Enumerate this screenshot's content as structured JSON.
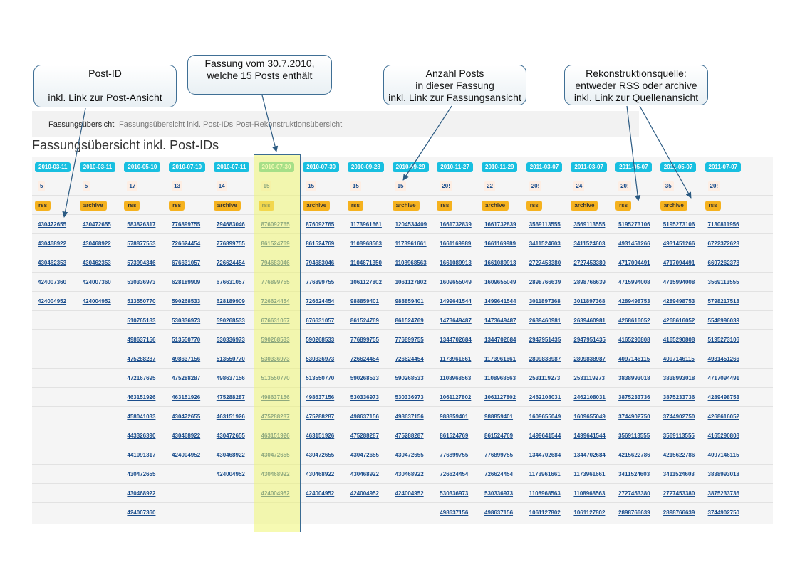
{
  "callouts": {
    "postid": "Post-ID\n\ninkl. Link zur Post-Ansicht",
    "fassung": "Fassung vom 30.7.2010,\nwelche 15 Posts enthält",
    "anzahl": "Anzahl Posts\nin dieser Fassung\ninkl. Link zur Fassungsansicht",
    "quelle": "Rekonstruktionsquelle:\nentweder RSS oder archive\ninkl. Link zur Quellenansicht"
  },
  "nav": {
    "items": [
      "Fassungsübersicht",
      "Fassungsübersicht inkl. Post-IDs",
      "Post-Rekonstruktionsübersicht"
    ]
  },
  "page_title": "Fassungsübersicht inkl. Post-IDs",
  "columns": [
    {
      "date": "2010-03-11",
      "count": "5",
      "source": "rss",
      "ids": [
        "430472655",
        "430468922",
        "430462353",
        "424007360",
        "424004952"
      ]
    },
    {
      "date": "2010-03-11",
      "count": "5",
      "source": "archive",
      "ids": [
        "430472655",
        "430468922",
        "430462353",
        "424007360",
        "424004952"
      ]
    },
    {
      "date": "2010-05-10",
      "count": "17",
      "source": "rss",
      "ids": [
        "583826317",
        "578877553",
        "573994346",
        "530336973",
        "513550770",
        "510765183",
        "498637156",
        "475288287",
        "472167695",
        "463151926",
        "458041033",
        "443326390",
        "441091317",
        "430472655",
        "430468922",
        "424007360"
      ]
    },
    {
      "date": "2010-07-10",
      "count": "13",
      "source": "rss",
      "ids": [
        "776899755",
        "726624454",
        "676631057",
        "628189909",
        "590268533",
        "530336973",
        "513550770",
        "498637156",
        "475288287",
        "463151926",
        "430472655",
        "430468922",
        "424004952"
      ]
    },
    {
      "date": "2010-07-11",
      "count": "14",
      "source": "archive",
      "ids": [
        "794683046",
        "776899755",
        "726624454",
        "676631057",
        "628189909",
        "590268533",
        "530336973",
        "513550770",
        "498637156",
        "475288287",
        "463151926",
        "430472655",
        "430468922",
        "424004952"
      ]
    },
    {
      "date": "2010-07-30",
      "count": "15",
      "source": "rss",
      "ids": [
        "876092765",
        "861524769",
        "794683046",
        "776899755",
        "726624454",
        "676631057",
        "590268533",
        "530336973",
        "513550770",
        "498637156",
        "475288287",
        "463151926",
        "430472655",
        "430468922",
        "424004952"
      ]
    },
    {
      "date": "2010-07-30",
      "count": "15",
      "source": "archive",
      "ids": [
        "876092765",
        "861524769",
        "794683046",
        "776899755",
        "726624454",
        "676631057",
        "590268533",
        "530336973",
        "513550770",
        "498637156",
        "475288287",
        "463151926",
        "430472655",
        "430468922",
        "424004952"
      ]
    },
    {
      "date": "2010-09-28",
      "count": "15",
      "source": "rss",
      "ids": [
        "1173961661",
        "1108968563",
        "1104671350",
        "1061127802",
        "988859401",
        "861524769",
        "776899755",
        "726624454",
        "590268533",
        "530336973",
        "498637156",
        "475288287",
        "430472655",
        "430468922",
        "424004952"
      ]
    },
    {
      "date": "2010-09-29",
      "count": "15",
      "source": "archive",
      "ids": [
        "1204534409",
        "1173961661",
        "1108968563",
        "1061127802",
        "988859401",
        "861524769",
        "776899755",
        "726624454",
        "590268533",
        "530336973",
        "498637156",
        "475288287",
        "430472655",
        "430468922",
        "424004952"
      ]
    },
    {
      "date": "2010-11-27",
      "count": "20!",
      "source": "rss",
      "ids": [
        "1661732839",
        "1661169989",
        "1661089913",
        "1609655049",
        "1499641544",
        "1473649487",
        "1344702684",
        "1173961661",
        "1108968563",
        "1061127802",
        "988859401",
        "861524769",
        "776899755",
        "726624454",
        "530336973",
        "498637156"
      ]
    },
    {
      "date": "2010-11-29",
      "count": "22",
      "source": "archive",
      "ids": [
        "1661732839",
        "1661169989",
        "1661089913",
        "1609655049",
        "1499641544",
        "1473649487",
        "1344702684",
        "1173961661",
        "1108968563",
        "1061127802",
        "988859401",
        "861524769",
        "776899755",
        "726624454",
        "530336973",
        "498637156"
      ]
    },
    {
      "date": "2011-03-07",
      "count": "20!",
      "source": "rss",
      "ids": [
        "3569113555",
        "3411524603",
        "2727453380",
        "2898766639",
        "3011897368",
        "2639460981",
        "2947951435",
        "2809838987",
        "2531119273",
        "2462108031",
        "1609655049",
        "1499641544",
        "1344702684",
        "1173961661",
        "1108968563",
        "1061127802"
      ]
    },
    {
      "date": "2011-03-07",
      "count": "24",
      "source": "archive",
      "ids": [
        "3569113555",
        "3411524603",
        "2727453380",
        "2898766639",
        "3011897368",
        "2639460981",
        "2947951435",
        "2809838987",
        "2531119273",
        "2462108031",
        "1609655049",
        "1499641544",
        "1344702684",
        "1173961661",
        "1108968563",
        "1061127802"
      ]
    },
    {
      "date": "2011-05-07",
      "count": "20!",
      "source": "rss",
      "ids": [
        "5195273106",
        "4931451266",
        "4717094491",
        "4715994008",
        "4289498753",
        "4268616052",
        "4165290808",
        "4097146115",
        "3838993018",
        "3875233736",
        "3744902750",
        "3569113555",
        "4215622786",
        "3411524603",
        "2727453380",
        "2898766639"
      ]
    },
    {
      "date": "2011-05-07",
      "count": "35",
      "source": "archive",
      "ids": [
        "5195273106",
        "4931451266",
        "4717094491",
        "4715994008",
        "4289498753",
        "4268616052",
        "4165290808",
        "4097146115",
        "3838993018",
        "3875233736",
        "3744902750",
        "3569113555",
        "4215622786",
        "3411524603",
        "2727453380",
        "2898766639"
      ]
    },
    {
      "date": "2011-07-07",
      "count": "20!",
      "source": "rss",
      "ids": [
        "7130811956",
        "6722372623",
        "6697262378",
        "3569113555",
        "5798217518",
        "5548996039",
        "5195273106",
        "4931451266",
        "4717094491",
        "4289498753",
        "4268616052",
        "4165290808",
        "4097146115",
        "3838993018",
        "3875233736",
        "3744902750"
      ]
    }
  ]
}
